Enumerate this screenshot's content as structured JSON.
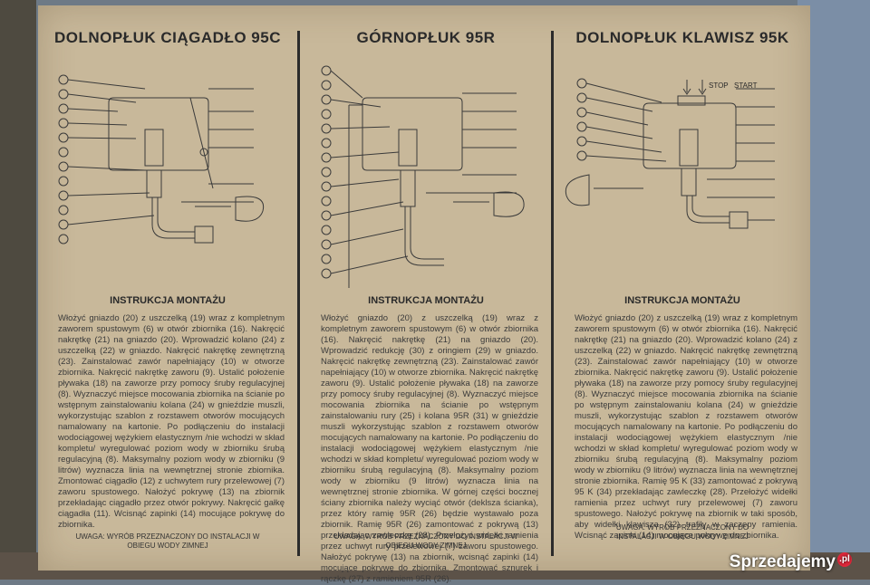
{
  "panels": [
    {
      "title": "DOLNOPŁUK CIĄGADŁO 95C",
      "subtitle": "INSTRUKCJA MONTAŻU",
      "instructions": "Włożyć gniazdo (20) z uszczelką (19) wraz z kompletnym zaworem spustowym (6) w otwór zbiornika (16). Nakręcić nakrętkę (21) na gniazdo (20). Wprowadzić kolano (24) z uszczelką (22) w gniazdo. Nakręcić nakrętkę zewnętrzną (23). Zainstalować zawór napełniający (10) w otworze zbiornika. Nakręcić nakrętkę zaworu (9). Ustalić położenie pływaka (18) na zaworze przy pomocy śruby regulacyjnej (8). Wyznaczyć miejsce mocowania zbiornika na ścianie po wstępnym zainstalowaniu kolana (24) w gnieździe muszli, wykorzystując szablon z rozstawem otworów mocujących namalowany na kartonie. Po podłączeniu do instalacji wodociągowej wężykiem elastycznym /nie wchodzi w skład kompletu/ wyregulować poziom wody w zbiorniku śrubą regulacyjną (8). Maksymalny poziom wody w zbiorniku (9 litrów) wyznacza linia na wewnętrznej stronie zbiornika. Zmontować ciągadło (12) z uchwytem rury przelewowej (7) zaworu spustowego. Nałożyć pokrywę (13) na zbiornik przekładając ciągadło przez otwór pokrywy. Nakręcić gałkę ciągadła (11). Wcisnąć zapinki (14) mocujące pokrywę do zbiornika.",
      "note": "UWAGA: WYRÓB PRZEZNACZONY DO INSTALACJI W OBIEGU WODY ZIMNEJ"
    },
    {
      "title": "GÓRNOPŁUK 95R",
      "subtitle": "INSTRUKCJA MONTAŻU",
      "instructions": "Włożyć gniazdo (20) z uszczelką (19) wraz z kompletnym zaworem spustowym (6) w otwór zbiornika (16). Nakręcić nakrętkę (21) na gniazdo (20). Wprowadzić redukcję (30) z oringiem (29) w gniazdo. Nakręcić nakrętkę zewnętrzną (23). Zainstalować zawór napełniający (10) w otworze zbiornika. Nakręcić nakrętkę zaworu (9). Ustalić położenie pływaka (18) na zaworze przy pomocy śruby regulacyjnej (8). Wyznaczyć miejsce mocowania zbiornika na ścianie po wstępnym zainstalowaniu rury (25) i kolana 95R (31) w gnieździe muszli wykorzystując szablon z rozstawem otworów mocujących namalowany na kartonie. Po podłączeniu do instalacji wodociągowej wężykiem elastycznym /nie wchodzi w skład kompletu/ wyregulować poziom wody w zbiorniku śrubą regulacyjną (8). Maksymalny poziom wody w zbiorniku (9 litrów) wyznacza linia na wewnętrznej stronie zbiornika. W górnej części bocznej ściany zbiornika należy wyciąć otwór (deklsza ścianka), przez który ramię 95R (26) będzie wystawało poza zbiornik. Ramię 95R (26) zamontować z pokrywą (13) przekładając zawleczkę (28). Przełożyć widełki ramienia przez uchwyt rury przelewowej (7) zaworu spustowego. Nałożyć pokrywę (13) na zbiornik, wcisnąć zapinki (14) mocujące pokrywę do zbiornika. Zmontować sznurek i rączkę (27) z ramieniem 95R (26).",
      "note": "UWAGA: WYRÓB PRZEZNACZONY DO INSTALACJI W OBIEGU WODY ZIMNEJ"
    },
    {
      "title": "DOLNOPŁUK KLAWISZ 95K",
      "subtitle": "INSTRUKCJA MONTAŻU",
      "instructions": "Włożyć gniazdo (20) z uszczelką (19) wraz z kompletnym zaworem spustowym (6) w otwór zbiornika (16). Nakręcić nakrętkę (21) na gniazdo (20). Wprowadzić kolano (24) z uszczelką (22) w gniazdo. Nakręcić nakrętkę zewnętrzną (23). Zainstalować zawór napełniający (10) w otworze zbiornika. Nakręcić nakrętkę zaworu (9). Ustalić położenie pływaka (18) na zaworze przy pomocy śruby regulacyjnej (8). Wyznaczyć miejsce mocowania zbiornika na ścianie po wstępnym zainstalowaniu kolana (24) w gnieździe muszli, wykorzystując szablon z rozstawem otworów mocujących namalowany na kartonie. Po podłączeniu do instalacji wodociągowej wężykiem elastycznym /nie wchodzi w skład kompletu/ wyregulować poziom wody w zbiorniku śrubą regulacyjną (8). Maksymalny poziom wody w zbiorniku (9 litrów) wyznacza linia na wewnętrznej stronie zbiornika. Ramię 95 K (33) zamontować z pokrywą 95 K (34) przekładając zawleczkę (28). Przełożyć widełki ramienia przez uchwyt rury przelewowej (7) zaworu spustowego. Nałożyć pokrywę na zbiornik w taki sposób, aby widełki klawisza (32) trafiły w zaczepy ramienia. Wcisnąć zapinki (14) mocujące pokrywę do zbiornika.",
      "note": "UWAGA: WYRÓB PRZEZNACZONY DO INSTALACJI W OBIEGU WODY ZIMNEJ",
      "stop_label": "STOP",
      "start_label": "START"
    }
  ],
  "watermark": {
    "text": "Sprzedajemy",
    "badge": ".pl"
  },
  "colors": {
    "cardboard": "#c8b89a",
    "ink": "#2a2a2a",
    "watermark_badge": "#e0283b"
  }
}
